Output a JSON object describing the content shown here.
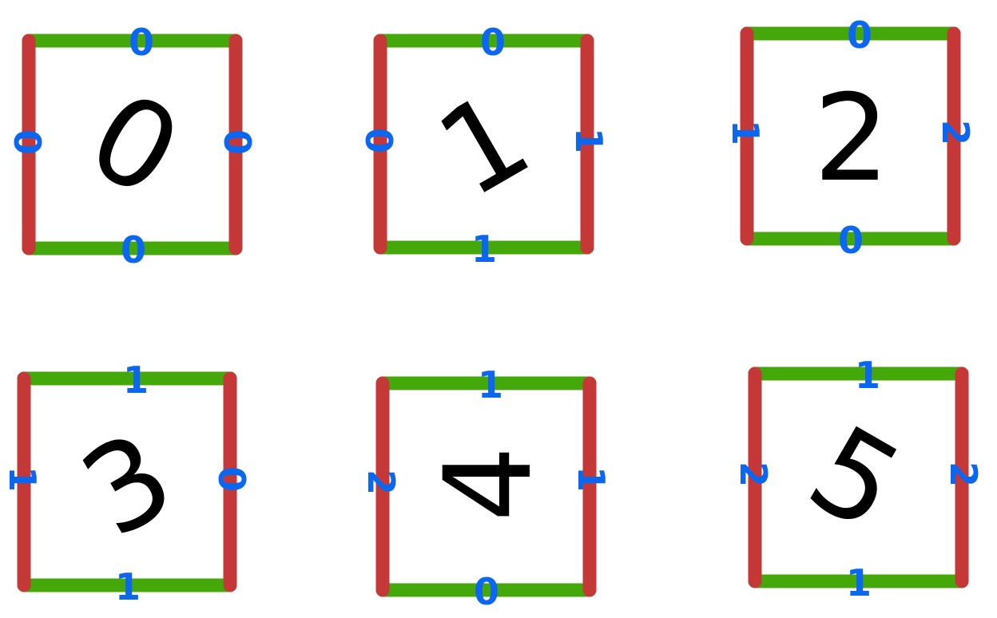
{
  "colors": {
    "horizontal_edge": "#44a80a",
    "vertical_edge": "#c43838",
    "edge_label": "#0b66f0",
    "digit": "#000000",
    "background": "#ffffff"
  },
  "tiles": [
    {
      "id": "0",
      "digit": "0",
      "top": "0",
      "right": "0",
      "bottom": "0",
      "left": "0"
    },
    {
      "id": "1",
      "digit": "1",
      "top": "0",
      "right": "1",
      "bottom": "1",
      "left": "0"
    },
    {
      "id": "2",
      "digit": "2",
      "top": "0",
      "right": "2",
      "bottom": "0",
      "left": "1"
    },
    {
      "id": "3",
      "digit": "3",
      "top": "1",
      "right": "0",
      "bottom": "1",
      "left": "1"
    },
    {
      "id": "4",
      "digit": "4",
      "top": "1",
      "right": "1",
      "bottom": "0",
      "left": "2"
    },
    {
      "id": "5",
      "digit": "5",
      "top": "1",
      "right": "2",
      "bottom": "1",
      "left": "2"
    }
  ]
}
